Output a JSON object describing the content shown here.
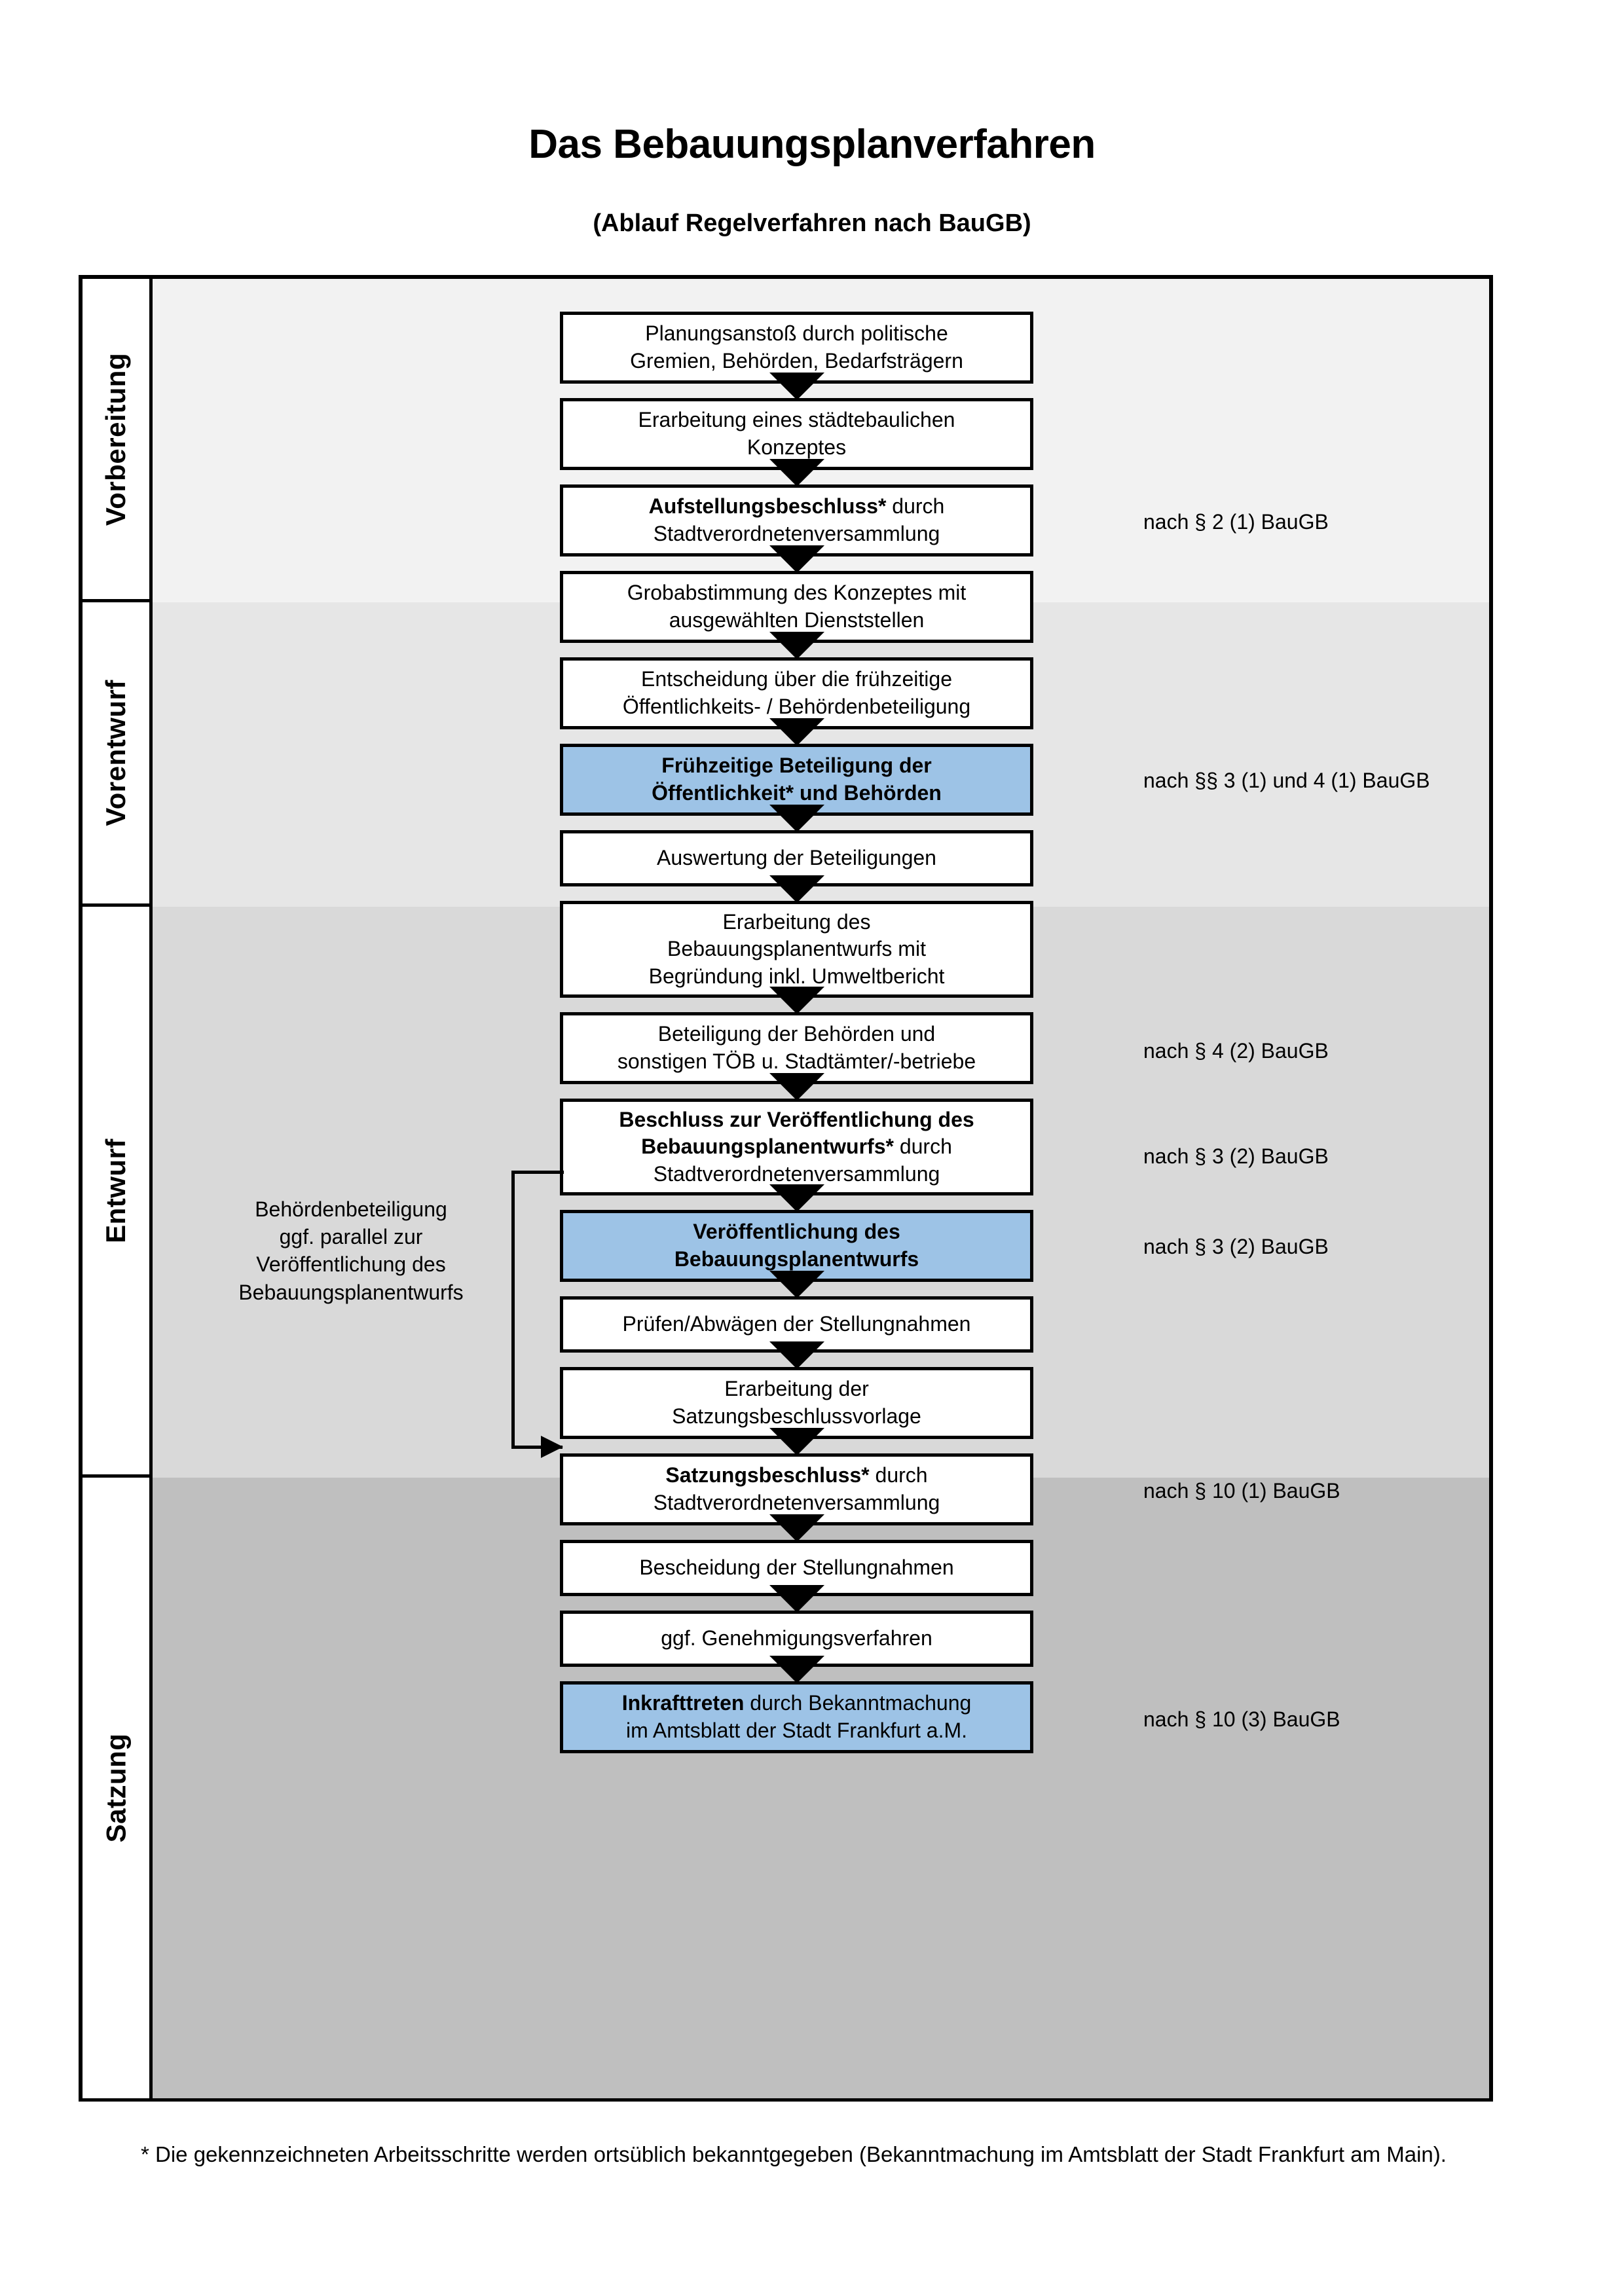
{
  "document": {
    "title": "Das Bebauungsplanverfahren",
    "subtitle": "(Ablauf Regelverfahren nach BauGB)",
    "footnote": "* Die gekennzeichneten Arbeitsschritte werden ortsüblich bekanntgegeben (Bekanntmachung im Amtsblatt  der Stadt Frankfurt am Main)."
  },
  "colors": {
    "highlight_blue": "#9DC3E6",
    "band_vorbereitung": "#F2F2F2",
    "band_vorentwurf": "#E6E6E6",
    "band_entwurf": "#D9D9D9",
    "band_satzung": "#BFBFBF",
    "line": "#000000"
  },
  "phases": [
    {
      "label": "Vorbereitung"
    },
    {
      "label": "Vorentwurf"
    },
    {
      "label": "Entwurf"
    },
    {
      "label": "Satzung"
    }
  ],
  "steps": [
    {
      "id": "planungsanstoss",
      "line1": "Planungsanstoß durch politische",
      "line2": "Gremien, Behörden, Bedarfsträgern",
      "bold_prefix": "",
      "highlight": false
    },
    {
      "id": "staedtebauliches-konzept",
      "line1": "Erarbeitung eines städtebaulichen",
      "line2": "Konzeptes",
      "bold_prefix": "",
      "highlight": false
    },
    {
      "id": "aufstellungsbeschluss",
      "line1": "Aufstellungsbeschluss* durch",
      "line2": "Stadtverordnetenversammlung",
      "bold_prefix": "Aufstellungsbeschluss*",
      "highlight": false
    },
    {
      "id": "grobabstimmung",
      "line1": "Grobabstimmung des Konzeptes mit",
      "line2": "ausgewählten Dienststellen",
      "bold_prefix": "",
      "highlight": false
    },
    {
      "id": "entscheidung-fruehzeitige",
      "line1": "Entscheidung über die frühzeitige",
      "line2": "Öffentlichkeits- / Behördenbeteiligung",
      "bold_prefix": "",
      "highlight": false
    },
    {
      "id": "fruehzeitige-beteiligung",
      "line1": "Frühzeitige Beteiligung der",
      "line2": "Öffentlichkeit* und Behörden",
      "bold_prefix": "ALL",
      "highlight": true
    },
    {
      "id": "auswertung-beteiligungen",
      "line1": "Auswertung der Beteiligungen",
      "line2": "",
      "bold_prefix": "",
      "highlight": false
    },
    {
      "id": "erarbeitung-bebauungsplanentwurf",
      "line1": "Erarbeitung des",
      "line2": "Bebauungsplanentwurfs mit",
      "line3": "Begründung inkl. Umweltbericht",
      "bold_prefix": "",
      "highlight": false
    },
    {
      "id": "beteiligung-behoerden-toeb",
      "line1": "Beteiligung der Behörden und",
      "line2": "sonstigen TÖB u. Stadtämter/-betriebe",
      "bold_prefix": "",
      "highlight": false
    },
    {
      "id": "beschluss-veroeffentlichung",
      "line1": "Beschluss zur Veröffentlichung des",
      "line2": "Bebauungsplanentwurfs* durch",
      "line3": "Stadtverordnetenversammlung",
      "bold_prefix": "Beschluss zur Veröffentlichung des Bebauungsplanentwurfs*",
      "highlight": false
    },
    {
      "id": "veroeffentlichung-entwurf",
      "line1": "Veröffentlichung des",
      "line2": "Bebauungsplanentwurfs",
      "bold_prefix": "ALL",
      "highlight": true
    },
    {
      "id": "pruefen-abwaegen",
      "line1": "Prüfen/Abwägen der Stellungnahmen",
      "line2": "",
      "bold_prefix": "",
      "highlight": false
    },
    {
      "id": "erarbeitung-satzungsvorlage",
      "line1": "Erarbeitung der",
      "line2": "Satzungsbeschlussvorlage",
      "bold_prefix": "",
      "highlight": false
    },
    {
      "id": "satzungsbeschluss",
      "line1": "Satzungsbeschluss* durch",
      "line2": "Stadtverordnetenversammlung",
      "bold_prefix": "Satzungsbeschluss*",
      "highlight": false
    },
    {
      "id": "bescheidung-stellungnahmen",
      "line1": "Bescheidung der Stellungnahmen",
      "line2": "",
      "bold_prefix": "",
      "highlight": false
    },
    {
      "id": "genehmigungsverfahren",
      "line1": "ggf. Genehmigungsverfahren",
      "line2": "",
      "bold_prefix": "",
      "highlight": false
    },
    {
      "id": "inkrafttreten",
      "line1": "Inkrafttreten durch Bekanntmachung",
      "line2": "im Amtsblatt der Stadt Frankfurt a.M.",
      "bold_prefix": "Inkrafttreten",
      "highlight": true
    }
  ],
  "legal_notes": [
    {
      "id": "note-aufstellungsbeschluss",
      "text": "nach § 2 (1) BauGB"
    },
    {
      "id": "note-fruehzeitige-beteiligung",
      "text": "nach §§ 3 (1) und 4 (1) BauGB"
    },
    {
      "id": "note-behoerdenbeteiligung",
      "text": "nach § 4 (2) BauGB"
    },
    {
      "id": "note-beschluss-veroeffentlichung",
      "text": "nach § 3 (2) BauGB"
    },
    {
      "id": "note-veroeffentlichung",
      "text": "nach § 3 (2) BauGB"
    },
    {
      "id": "note-satzungsbeschluss",
      "text": "nach § 10 (1) BauGB"
    },
    {
      "id": "note-inkrafttreten",
      "text": "nach § 10 (3) BauGB"
    }
  ],
  "annotation": {
    "line1": "Behördenbeteiligung",
    "line2": "ggf. parallel zur",
    "line3": "Veröffentlichung des",
    "line4": "Bebauungsplanentwurfs"
  }
}
